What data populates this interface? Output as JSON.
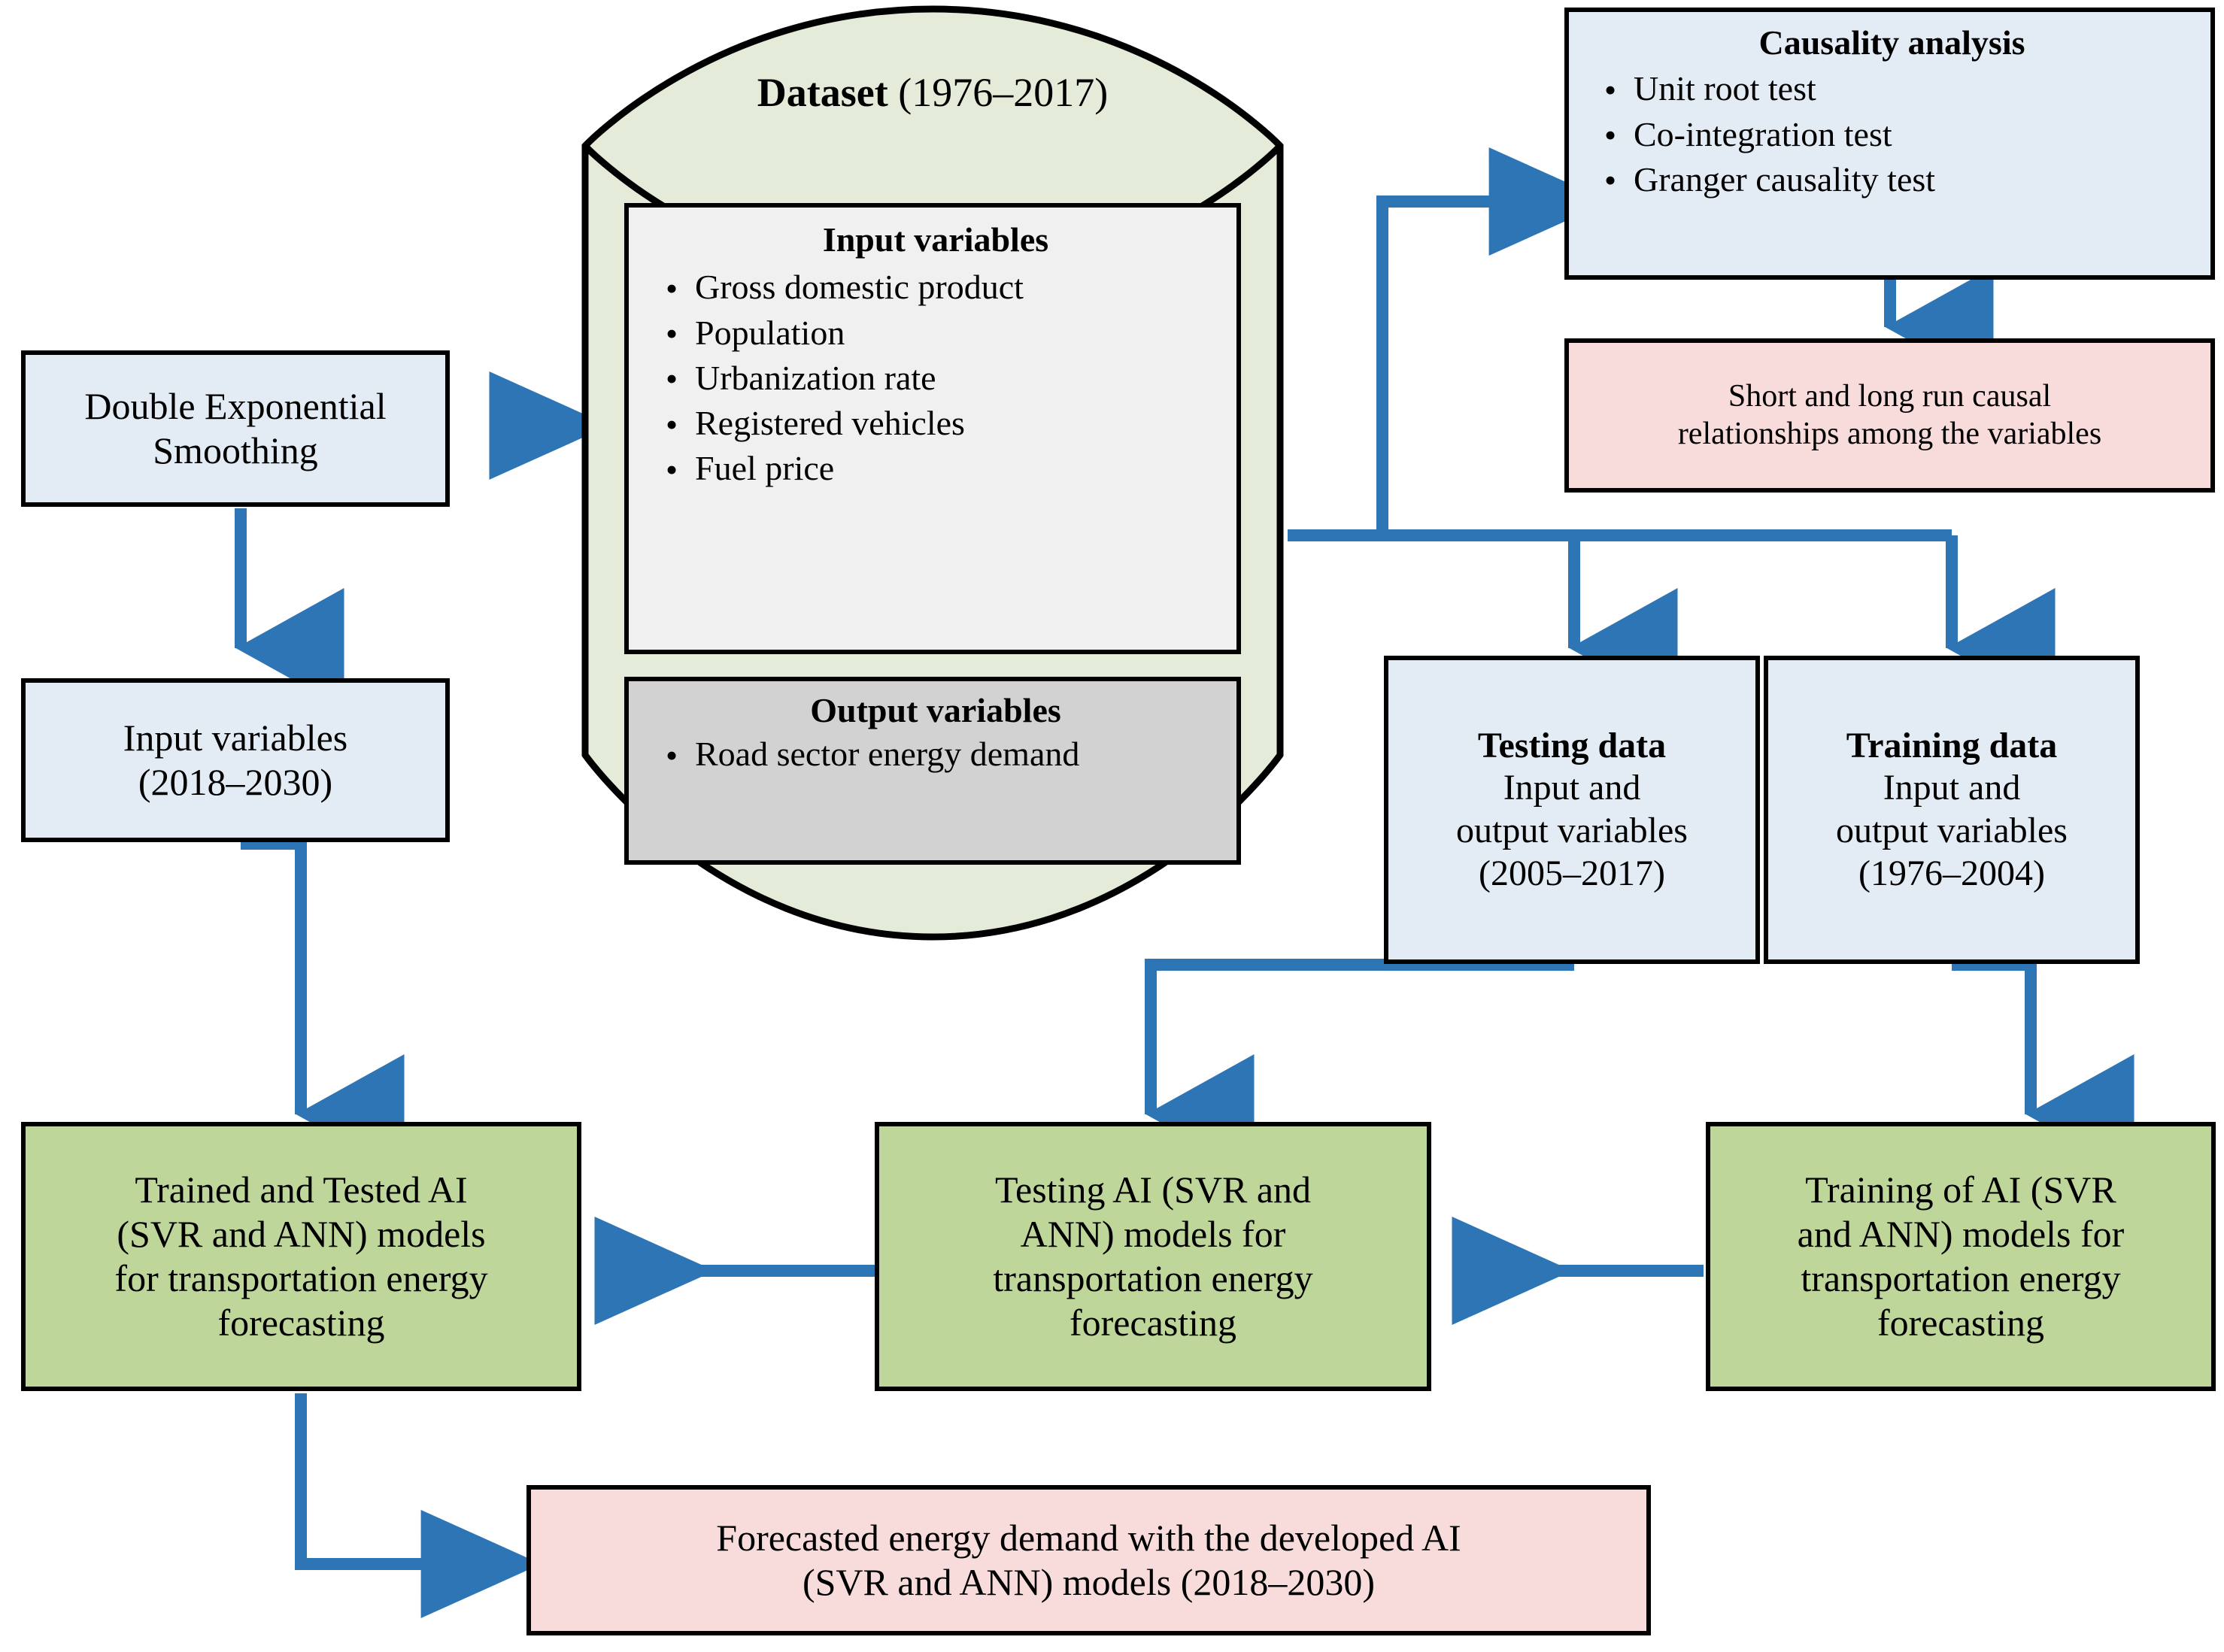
{
  "diagram": {
    "title": "AI-based transportation energy demand forecasting methodology flowchart",
    "accent_arrow_color": "#2e75b6",
    "colors": {
      "blue_box": "#e3ebf5",
      "green_box": "#bfd69a",
      "pink_box": "#f8dcdb",
      "cylinder": "#e4ebd9",
      "input_panel": "#f0f0f0",
      "output_panel": "#d2d2d2",
      "outline": "#000000"
    }
  },
  "dataset": {
    "title_bold": "Dataset",
    "title_range": "(1976–2017)",
    "input_panel": {
      "heading": "Input variables",
      "items": [
        "Gross domestic product",
        "Population",
        "Urbanization rate",
        "Registered vehicles",
        "Fuel price"
      ]
    },
    "output_panel": {
      "heading": "Output variables",
      "items": [
        "Road sector energy demand"
      ]
    }
  },
  "causality": {
    "heading": "Causality analysis",
    "items": [
      "Unit root test",
      "Co-integration test",
      "Granger causality test"
    ]
  },
  "causality_result": {
    "line1": "Short and long run causal",
    "line2": "relationships among the variables"
  },
  "smoothing": {
    "line1": "Double Exponential",
    "line2": "Smoothing"
  },
  "future_inputs": {
    "line1": "Input variables",
    "line2": "(2018–2030)"
  },
  "testing_data": {
    "heading": "Testing data",
    "line1": "Input and",
    "line2": "output variables",
    "line3": "(2005–2017)"
  },
  "training_data": {
    "heading": "Training data",
    "line1": "Input and",
    "line2": "output variables",
    "line3": "(1976–2004)"
  },
  "trained_tested": {
    "line1": "Trained and Tested AI",
    "line2": "(SVR and ANN) models",
    "line3": "for transportation energy",
    "line4": "forecasting"
  },
  "testing_ai": {
    "line1": "Testing AI (SVR and",
    "line2": "ANN) models for",
    "line3": "transportation energy",
    "line4": "forecasting"
  },
  "training_ai": {
    "line1": "Training of AI (SVR",
    "line2": "and ANN) models for",
    "line3": "transportation energy",
    "line4": "forecasting"
  },
  "forecast_result": {
    "line1": "Forecasted energy demand with the developed AI",
    "line2": "(SVR and ANN) models (2018–2030)"
  },
  "bullet_glyph": "•"
}
